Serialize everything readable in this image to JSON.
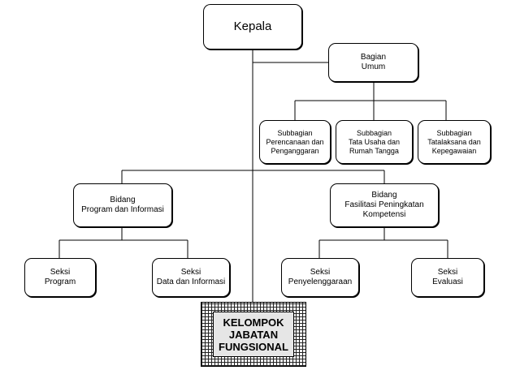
{
  "kepala": "Kepala",
  "bagian_umum": [
    "Bagian",
    "Umum"
  ],
  "subbagian": [
    [
      "Subbagian",
      "Perencanaan dan",
      "Penganggaran"
    ],
    [
      "Subbagian",
      "Tata Usaha dan",
      "Rumah Tangga"
    ],
    [
      "Subbagian",
      "Tatalaksana dan",
      "Kepegawaian"
    ]
  ],
  "bidang": [
    [
      "Bidang",
      "Program dan Informasi"
    ],
    [
      "Bidang",
      "Fasilitasi Peningkatan",
      "Kompetensi"
    ]
  ],
  "seksi": [
    [
      "Seksi",
      "Program"
    ],
    [
      "Seksi",
      "Data dan Informasi"
    ],
    [
      "Seksi",
      "Penyelenggaraan"
    ],
    [
      "Seksi",
      "Evaluasi"
    ]
  ],
  "kelompok": [
    "KELOMPOK",
    "JABATAN",
    "FUNGSIONAL"
  ]
}
